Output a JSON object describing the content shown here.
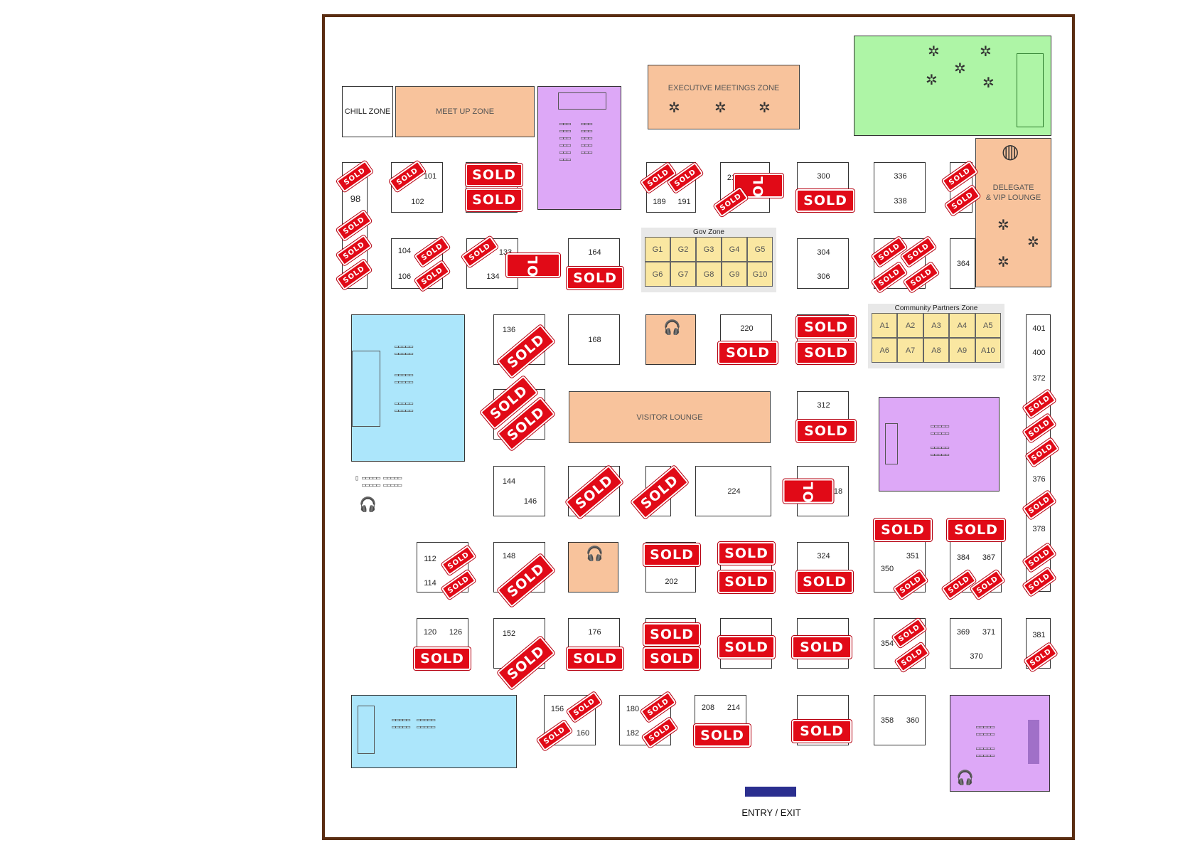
{
  "zones": {
    "chill": "CHILL ZONE",
    "meetup": "MEET UP ZONE",
    "executive": "EXECUTIVE MEETINGS ZONE",
    "delegate": "DELEGATE\n& VIP LOUNGE",
    "visitor": "VISITOR LOUNGE",
    "gov": "Gov Zone",
    "community": "Community Partners Zone"
  },
  "sold_label": "SOLD",
  "entry": "ENTRY / EXIT",
  "gov_cells": [
    "G1",
    "G2",
    "G3",
    "G4",
    "G5",
    "G6",
    "G7",
    "G8",
    "G9",
    "G10"
  ],
  "community_cells": [
    "A1",
    "A2",
    "A3",
    "A4",
    "A5",
    "A6",
    "A7",
    "A8",
    "A9",
    "A10"
  ],
  "booths": {
    "b98": "98",
    "b101": "101",
    "b102": "102",
    "b104": "104",
    "b106": "106",
    "b133": "133",
    "b134": "134",
    "b164": "164",
    "b189": "189",
    "b191": "191",
    "b217": "217",
    "b300": "300",
    "b304": "304",
    "b306": "306",
    "b336": "336",
    "b338": "338",
    "b364": "364",
    "b136": "136",
    "b168": "168",
    "b220": "220",
    "b312": "312",
    "b401": "401",
    "b400": "400",
    "b372": "372",
    "b376": "376",
    "b378": "378",
    "b381": "381",
    "b144": "144",
    "b146": "146",
    "b224": "224",
    "b318": "318",
    "b112": "112",
    "b114": "114",
    "b148": "148",
    "b202": "202",
    "b324": "324",
    "b350": "350",
    "b351": "351",
    "b384": "384",
    "b367": "367",
    "b120": "120",
    "b126": "126",
    "b152": "152",
    "b176": "176",
    "b354": "354",
    "b369": "369",
    "b371": "371",
    "b370": "370",
    "b156": "156",
    "b160": "160",
    "b180": "180",
    "b182": "182",
    "b208": "208",
    "b214": "214",
    "b358": "358",
    "b360": "360"
  },
  "colors": {
    "sold": "#e10a17",
    "border": "#5a2d12",
    "orange": "#f8c39c",
    "purple": "#dda8f7",
    "blue": "#ace6fb",
    "green": "#aef5a6",
    "yellow": "#fae7a1",
    "entry": "#2b2f8f"
  }
}
